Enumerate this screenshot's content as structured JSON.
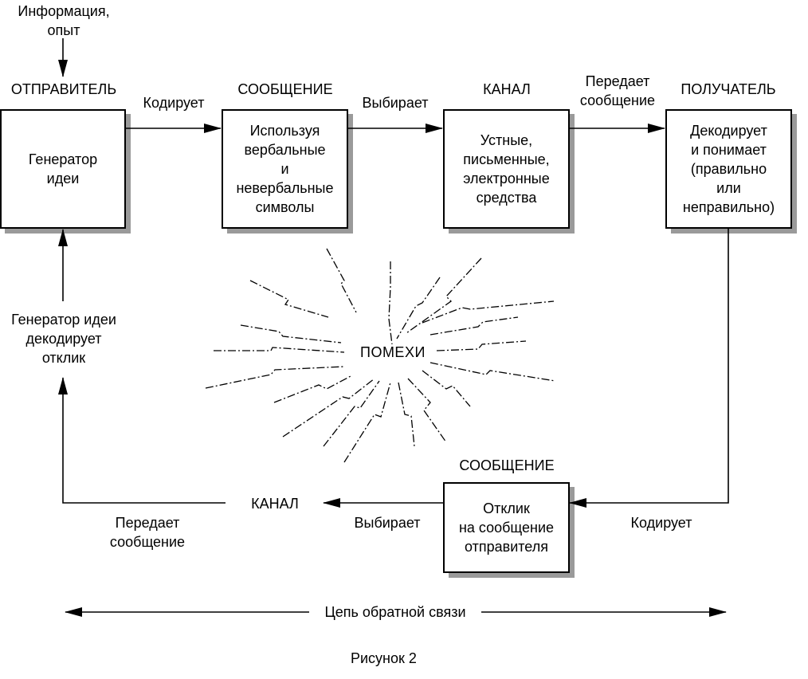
{
  "input_label": "Информация,\nопыт",
  "headers": {
    "sender": "ОТПРАВИТЕЛЬ",
    "message": "СООБЩЕНИЕ",
    "channel": "КАНАЛ",
    "receiver": "ПОЛУЧАТЕЛЬ",
    "feedback_message": "СООБЩЕНИЕ",
    "feedback_channel": "КАНАЛ"
  },
  "boxes": {
    "sender": "Генератор\nидеи",
    "message": "Используя\nвербальные\nи\nневербальные\nсимволы",
    "channel": "Устные,\nписьменные,\nэлектронные\nсредства",
    "receiver": "Декодирует\nи понимает\n(правильно\nили\nнеправильно)",
    "feedback": "Отклик\nна сообщение\nотправителя"
  },
  "arrow_labels": {
    "encodes_top": "Кодирует",
    "selects_top": "Выбирает",
    "transmits_top": "Передает\nсообщение",
    "encodes_bottom": "Кодирует",
    "selects_bottom": "Выбирает",
    "transmits_bottom": "Передает\nсообщение",
    "decodes_response": "Генератор идеи\nдекодирует\nотклик"
  },
  "noise_label": "ПОМЕХИ",
  "feedback_loop_label": "Цепь обратной связи",
  "caption": "Рисунок 2"
}
